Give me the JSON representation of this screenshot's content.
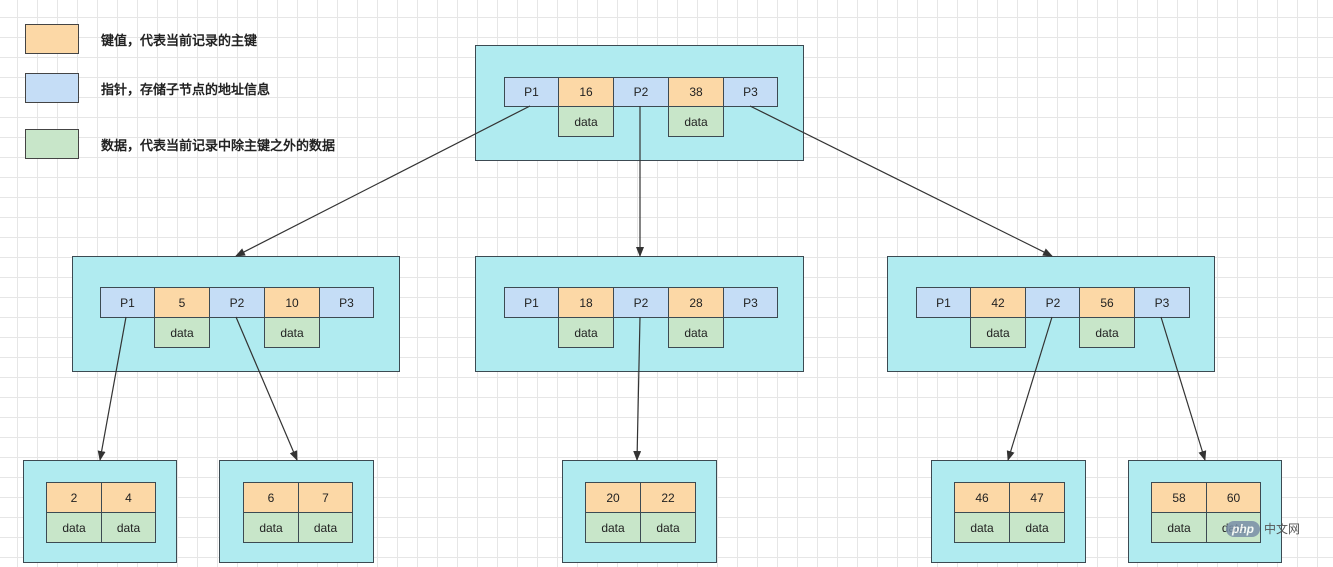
{
  "legend": {
    "key": "键值，代表当前记录的主键",
    "pointer": "指针，存储子节点的地址信息",
    "data": "数据，代表当前记录中除主键之外的数据"
  },
  "colors": {
    "pointer": "#c5ddf6",
    "key": "#fcd8a6",
    "data": "#c8e6c9",
    "node": "#b0ebf0"
  },
  "tree": {
    "root": {
      "pointers": [
        "P1",
        "P2",
        "P3"
      ],
      "keys": [
        "16",
        "38"
      ],
      "data": [
        "data",
        "data"
      ]
    },
    "internal": [
      {
        "pointers": [
          "P1",
          "P2",
          "P3"
        ],
        "keys": [
          "5",
          "10"
        ],
        "data": [
          "data",
          "data"
        ]
      },
      {
        "pointers": [
          "P1",
          "P2",
          "P3"
        ],
        "keys": [
          "18",
          "28"
        ],
        "data": [
          "data",
          "data"
        ]
      },
      {
        "pointers": [
          "P1",
          "P2",
          "P3"
        ],
        "keys": [
          "42",
          "56"
        ],
        "data": [
          "data",
          "data"
        ]
      }
    ],
    "leaves": [
      {
        "keys": [
          "2",
          "4"
        ],
        "data": [
          "data",
          "data"
        ]
      },
      {
        "keys": [
          "6",
          "7"
        ],
        "data": [
          "data",
          "data"
        ]
      },
      {
        "keys": [
          "20",
          "22"
        ],
        "data": [
          "data",
          "data"
        ]
      },
      {
        "keys": [
          "46",
          "47"
        ],
        "data": [
          "data",
          "data"
        ]
      },
      {
        "keys": [
          "58",
          "60"
        ],
        "data": [
          "data",
          "data"
        ]
      }
    ]
  },
  "watermark": {
    "badge": "php",
    "text": "中文网"
  }
}
